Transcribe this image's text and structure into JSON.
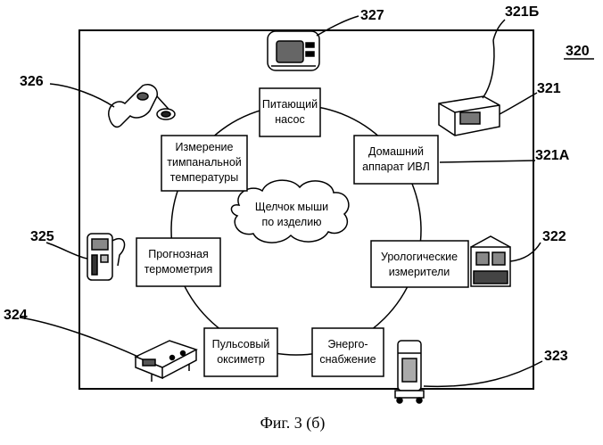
{
  "figure": {
    "ref": "320",
    "caption": "Фиг. 3 (б)",
    "center_label": [
      "Щелчок мыши",
      "по изделию"
    ]
  },
  "nodes": [
    {
      "id": "pump",
      "lines": [
        "Питающий",
        "насос"
      ],
      "ref": "327",
      "icon": "infusion-pump-icon"
    },
    {
      "id": "vent",
      "lines": [
        "Домашний",
        "аппарат ИВЛ"
      ],
      "ref": "321A",
      "icon": "home-ventilator-icon"
    },
    {
      "id": "uro",
      "lines": [
        "Урологические",
        "измерители"
      ],
      "ref": "322",
      "icon": "urology-meter-icon"
    },
    {
      "id": "power",
      "lines": [
        "Энерго-",
        "снабжение"
      ],
      "ref": "323",
      "icon": "power-supply-icon"
    },
    {
      "id": "pulse",
      "lines": [
        "Пульсовый",
        "оксиметр"
      ],
      "ref": "324",
      "icon": "pulse-oximeter-icon"
    },
    {
      "id": "prog",
      "lines": [
        "Прогнозная",
        "термометрия"
      ],
      "ref": "325",
      "icon": "predictive-thermometer-icon"
    },
    {
      "id": "tymp",
      "lines": [
        "Измерение",
        "тимпанальной",
        "температуры"
      ],
      "ref": "326",
      "icon": "tympanic-thermometer-icon"
    }
  ],
  "extra_refs": [
    "321Б",
    "321"
  ]
}
